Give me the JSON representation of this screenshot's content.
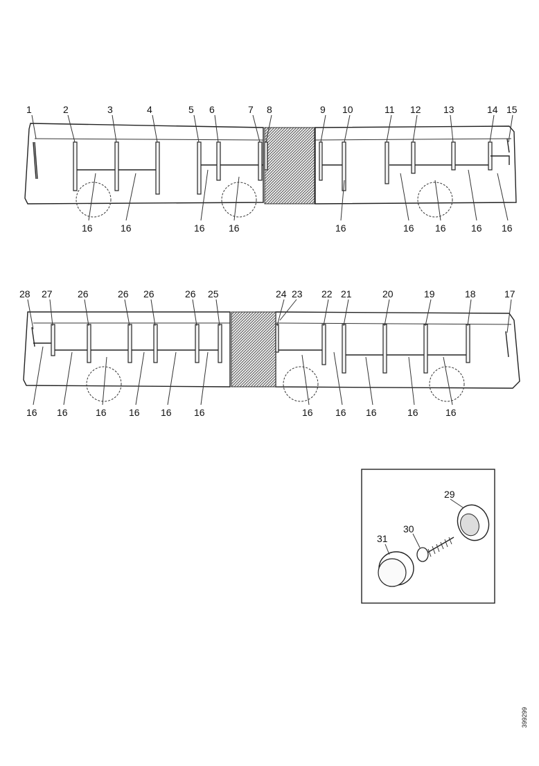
{
  "top_callouts": [
    "1",
    "2",
    "3",
    "4",
    "5",
    "6",
    "7",
    "8",
    "9",
    "10",
    "11",
    "12",
    "13",
    "14",
    "15"
  ],
  "top_bottom_callouts": [
    "16",
    "16",
    "16",
    "16",
    "16",
    "16",
    "16",
    "16",
    "16"
  ],
  "mid_callouts": [
    "28",
    "27",
    "26",
    "26",
    "26",
    "26",
    "25",
    "24",
    "23",
    "22",
    "21",
    "20",
    "19",
    "18",
    "17"
  ],
  "mid_bottom_callouts": [
    "16",
    "16",
    "16",
    "16",
    "16",
    "16",
    "16",
    "16",
    "16",
    "16",
    "16"
  ],
  "inset_callouts": [
    "29",
    "30",
    "31"
  ],
  "figure_reference": "399299"
}
